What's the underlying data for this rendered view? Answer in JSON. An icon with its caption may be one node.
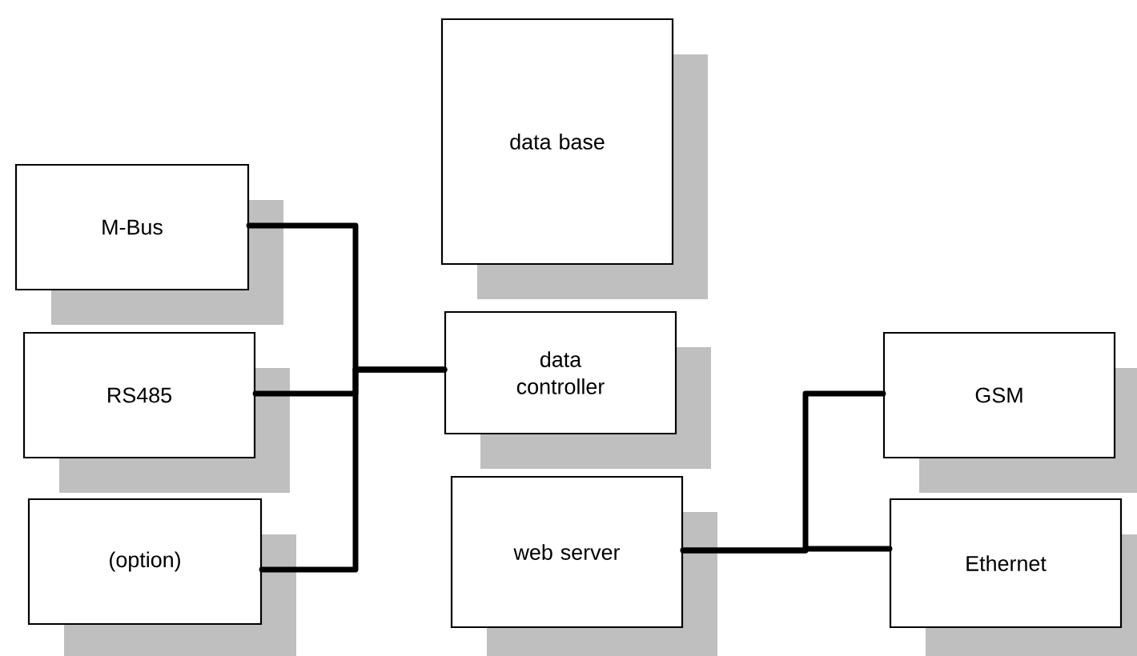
{
  "diagram": {
    "nodes": [
      {
        "text": [
          "data base"
        ]
      },
      {
        "text": [
          "M-Bus"
        ]
      },
      {
        "text": [
          "RS485"
        ]
      },
      {
        "text": [
          "(option)"
        ]
      },
      {
        "text": [
          "data controller"
        ]
      },
      {
        "text": [
          "web server"
        ]
      },
      {
        "text": [
          "GSM"
        ]
      },
      {
        "text": [
          "Ethernet"
        ]
      }
    ],
    "edges": [
      {
        "from": 1,
        "to": 4,
        "arrow": "none"
      },
      {
        "from": 2,
        "to": 4,
        "arrow": "none"
      },
      {
        "from": 3,
        "to": 4,
        "arrow": "none"
      },
      {
        "from": 5,
        "to": 6,
        "arrow": "none"
      },
      {
        "from": 5,
        "to": 7,
        "arrow": "none"
      }
    ]
  }
}
